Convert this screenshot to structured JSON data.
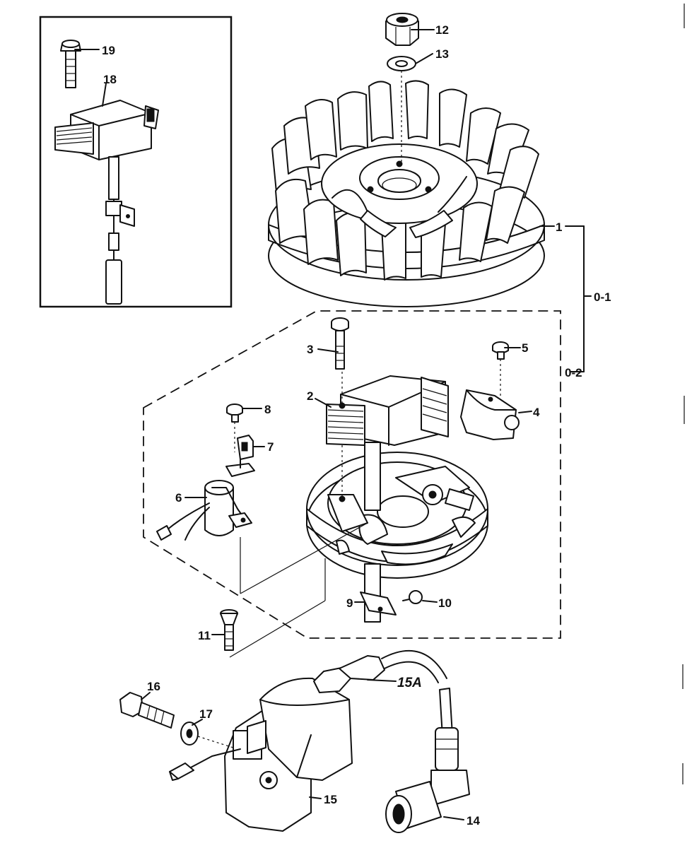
{
  "callouts": {
    "c1": "1",
    "c01": "0-1",
    "c02": "0-2",
    "c2": "2",
    "c3": "3",
    "c4": "4",
    "c5": "5",
    "c6": "6",
    "c7": "7",
    "c8": "8",
    "c9": "9",
    "c10": "10",
    "c11": "11",
    "c12": "12",
    "c13": "13",
    "c14": "14",
    "c15": "15",
    "c15a": "15A",
    "c16": "16",
    "c17": "17",
    "c18": "18",
    "c19": "19"
  }
}
